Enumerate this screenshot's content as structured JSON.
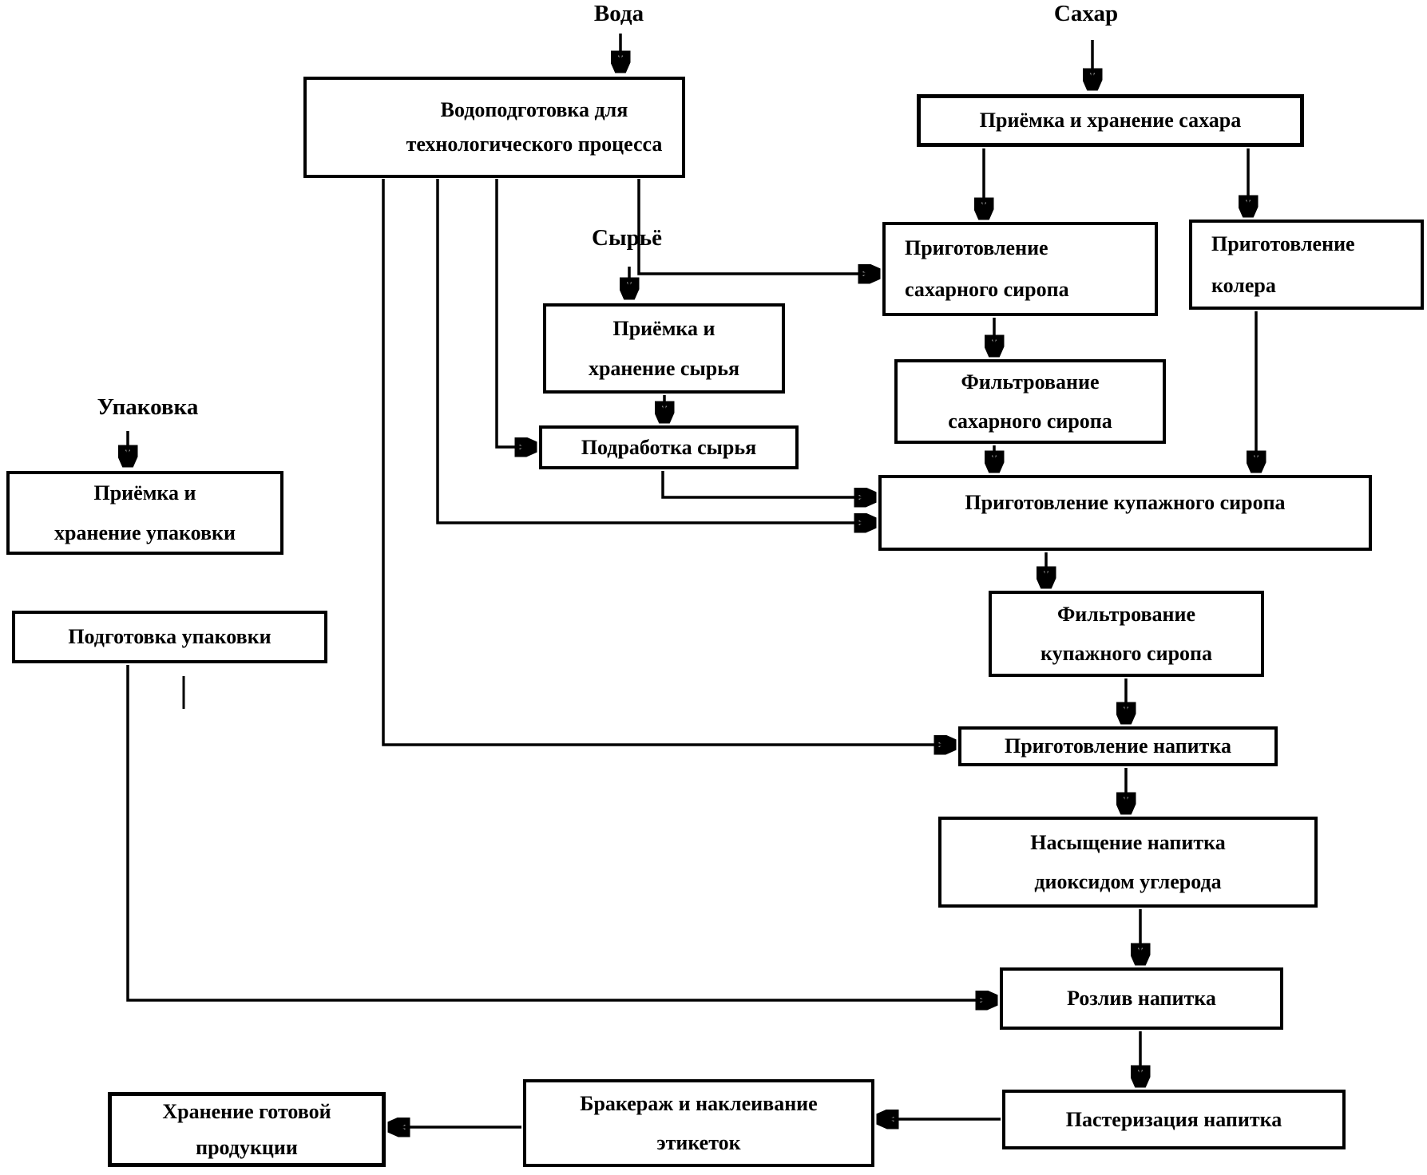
{
  "diagram": {
    "background_color": "#ffffff",
    "line_color": "#000000",
    "box_fill": "#ffffff",
    "sources": {
      "voda": "Вода",
      "sahar": "Сахар",
      "syryo": "Сырьё",
      "upakovka": "Упаковка"
    },
    "nodes": {
      "vodopodgotovka": {
        "label": "Водоподготовка для\nтехнологического процесса"
      },
      "priemka_sahara": {
        "label": "Приёмка и хранение сахара"
      },
      "prig_sah_siropa": {
        "label": "Приготовление\nсахарного сиропа"
      },
      "prig_kolera": {
        "label": "Приготовление\nколера"
      },
      "priemka_syrya": {
        "label": "Приёмка и\nхранение сырья"
      },
      "filtr_sah_siropa": {
        "label": "Фильтрование\nсахарного сиропа"
      },
      "podrabotka_syrya": {
        "label": "Подработка сырья"
      },
      "priemka_upakovki": {
        "label": "Приёмка и\nхранение упаковки"
      },
      "prig_kupazh_siropa": {
        "label": "Приготовление купажного сиропа"
      },
      "podgotovka_upakovki": {
        "label": "Подготовка упаковки"
      },
      "filtr_kupazh_siropa": {
        "label": "Фильтрование\nкупажного сиропа"
      },
      "prig_napitka": {
        "label": "Приготовление напитка"
      },
      "nasyshchenie": {
        "label": "Насыщение напитка\nдиоксидом углерода"
      },
      "rozliv": {
        "label": "Розлив напитка"
      },
      "pasterizaciya": {
        "label": "Пастеризация напитка"
      },
      "brakerazh": {
        "label": "Бракераж и наклеивание\nэтикеток"
      },
      "hranenie": {
        "label": "Хранение готовой\nпродукции"
      }
    },
    "edges": [
      {
        "from": "voda",
        "to": "vodopodgotovka"
      },
      {
        "from": "sahar",
        "to": "priemka_sahara"
      },
      {
        "from": "syryo",
        "to": "priemka_syrya"
      },
      {
        "from": "upakovka",
        "to": "priemka_upakovki"
      },
      {
        "from": "priemka_sahara",
        "to": "prig_sah_siropa"
      },
      {
        "from": "priemka_sahara",
        "to": "prig_kolera"
      },
      {
        "from": "vodopodgotovka",
        "to": "prig_sah_siropa"
      },
      {
        "from": "vodopodgotovka",
        "to": "podrabotka_syrya"
      },
      {
        "from": "vodopodgotovka",
        "to": "prig_kupazh_siropa"
      },
      {
        "from": "vodopodgotovka",
        "to": "prig_napitka"
      },
      {
        "from": "prig_sah_siropa",
        "to": "filtr_sah_siropa"
      },
      {
        "from": "filtr_sah_siropa",
        "to": "prig_kupazh_siropa"
      },
      {
        "from": "prig_kolera",
        "to": "prig_kupazh_siropa"
      },
      {
        "from": "priemka_syrya",
        "to": "podrabotka_syrya"
      },
      {
        "from": "podrabotka_syrya",
        "to": "prig_kupazh_siropa"
      },
      {
        "from": "prig_kupazh_siropa",
        "to": "filtr_kupazh_siropa"
      },
      {
        "from": "filtr_kupazh_siropa",
        "to": "prig_napitka"
      },
      {
        "from": "prig_napitka",
        "to": "nasyshchenie"
      },
      {
        "from": "nasyshchenie",
        "to": "rozliv"
      },
      {
        "from": "priemka_upakovki",
        "to": "podgotovka_upakovki"
      },
      {
        "from": "podgotovka_upakovki",
        "to": "rozliv"
      },
      {
        "from": "rozliv",
        "to": "pasterizaciya"
      },
      {
        "from": "pasterizaciya",
        "to": "brakerazh"
      },
      {
        "from": "brakerazh",
        "to": "hranenie"
      }
    ]
  }
}
